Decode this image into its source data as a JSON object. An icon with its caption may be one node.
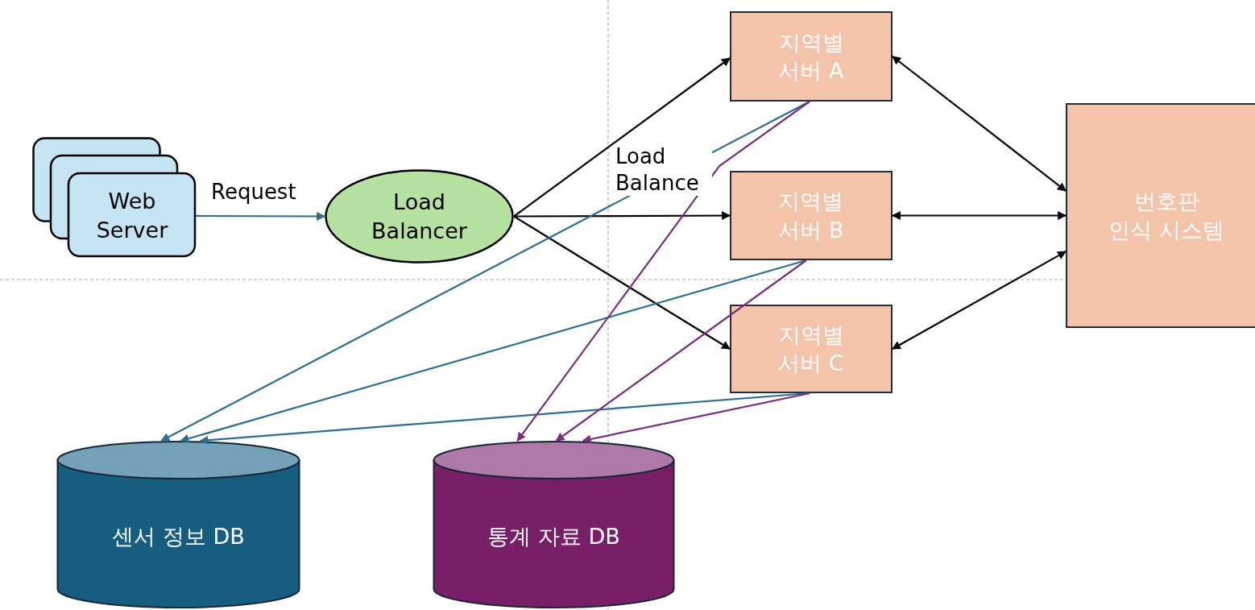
{
  "diagram": {
    "nodes": [
      {
        "text": [
          "Web Server"
        ]
      },
      {
        "text": [
          "Load Balancer"
        ]
      },
      {
        "text": [
          "지역별 서버 A"
        ]
      },
      {
        "text": [
          "지역별 서버 B"
        ]
      },
      {
        "text": [
          "지역별 서버 C"
        ]
      },
      {
        "text": [
          "번호판 인식 시스템"
        ]
      },
      {
        "text": [
          "센서 정보 DB"
        ]
      },
      {
        "text": [
          "통계 자료 DB"
        ]
      }
    ],
    "edges": [
      {
        "from": 0,
        "to": 1,
        "arrow": "to",
        "label": "Request",
        "color": "#2a6f8f"
      },
      {
        "from": 1,
        "to": 2,
        "arrow": "to"
      },
      {
        "from": 1,
        "to": 3,
        "arrow": "to",
        "label": "Load Balance"
      },
      {
        "from": 1,
        "to": 4,
        "arrow": "to"
      },
      {
        "from": 2,
        "to": 5,
        "arrow": "both"
      },
      {
        "from": 3,
        "to": 5,
        "arrow": "both"
      },
      {
        "from": 4,
        "to": 5,
        "arrow": "both"
      },
      {
        "from": 2,
        "to": 6,
        "arrow": "to",
        "color": "#2a6f8f"
      },
      {
        "from": 3,
        "to": 6,
        "arrow": "to",
        "color": "#2a6f8f"
      },
      {
        "from": 4,
        "to": 6,
        "arrow": "to",
        "color": "#2a6f8f"
      },
      {
        "from": 2,
        "to": 7,
        "arrow": "to",
        "color": "#7b2d7f"
      },
      {
        "from": 3,
        "to": 7,
        "arrow": "to",
        "color": "#7b2d7f"
      },
      {
        "from": 4,
        "to": 7,
        "arrow": "to",
        "color": "#7b2d7f"
      }
    ]
  }
}
